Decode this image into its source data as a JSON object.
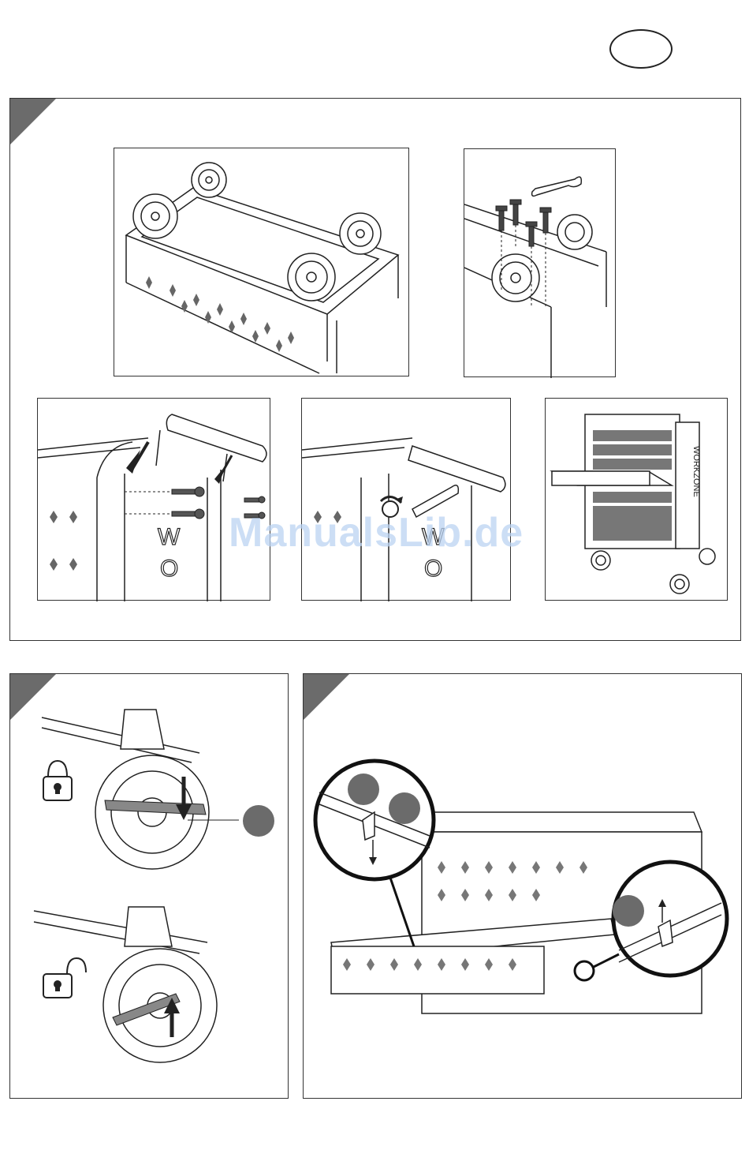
{
  "watermark": {
    "text": "ManualsLib.de"
  },
  "colors": {
    "accent_grey": "#6b6b6b",
    "line": "#333333",
    "watermark": "#bcd4f2"
  },
  "icons": {
    "lock": "padlock-closed-icon",
    "unlock": "padlock-open-icon",
    "wrench": "wrench-icon"
  },
  "labels": {
    "cabinet_text_side": "WORKZONE",
    "cabinet_text_front": "WOR"
  }
}
